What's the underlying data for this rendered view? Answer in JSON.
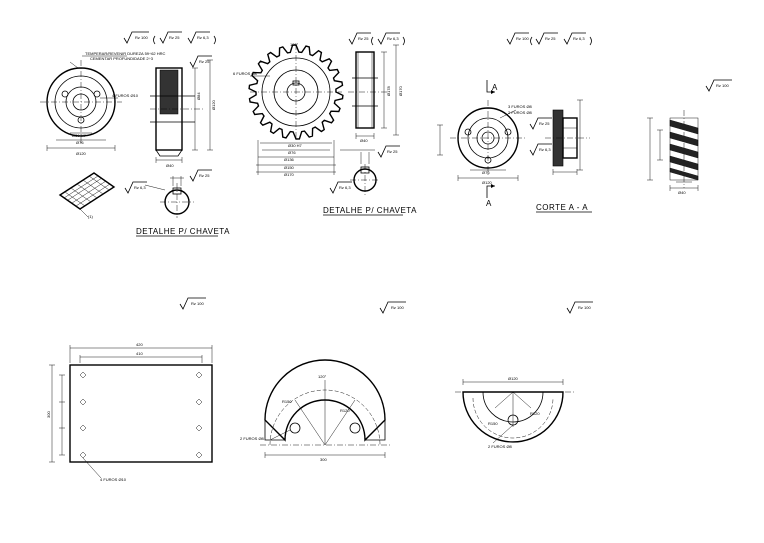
{
  "titles": {
    "detail_key_1": "DETALHE P/ CHAVETA",
    "detail_key_2": "DETALHE P/ CHAVETA",
    "section": "CORTE A - A"
  },
  "section_marks": {
    "top": "A",
    "bottom": "A"
  },
  "roughness": {
    "r100": "Rz 100",
    "r25": "Rz 25",
    "r63": "Rz 6,3"
  },
  "notes": {
    "heat_treatment_1": "TEMPERAR/REVENIR DUREZA 59÷62 HRC",
    "heat_treatment_2": "CEMENTAR PROFUNDIDADE 2÷3",
    "holes_4": "4 FUROS Ø10",
    "holes_6": "6 FUROS Ø8",
    "holes_3": "3 FUROS Ø8",
    "holes_2": "2 FUROS Ø8"
  },
  "dims": {
    "d1": "Ø120",
    "d2": "Ø76",
    "d3": "Ø30 H7",
    "d4": "Ø84",
    "d5": "Ø40",
    "d6": "Ø178",
    "d7": "Ø150",
    "d8": "Ø170",
    "d9": "Ø136",
    "plate_w": "420",
    "plate_w2": "410",
    "plate_h": "300",
    "r_half": "R120",
    "r_half2": "R150",
    "angle": "120°"
  }
}
